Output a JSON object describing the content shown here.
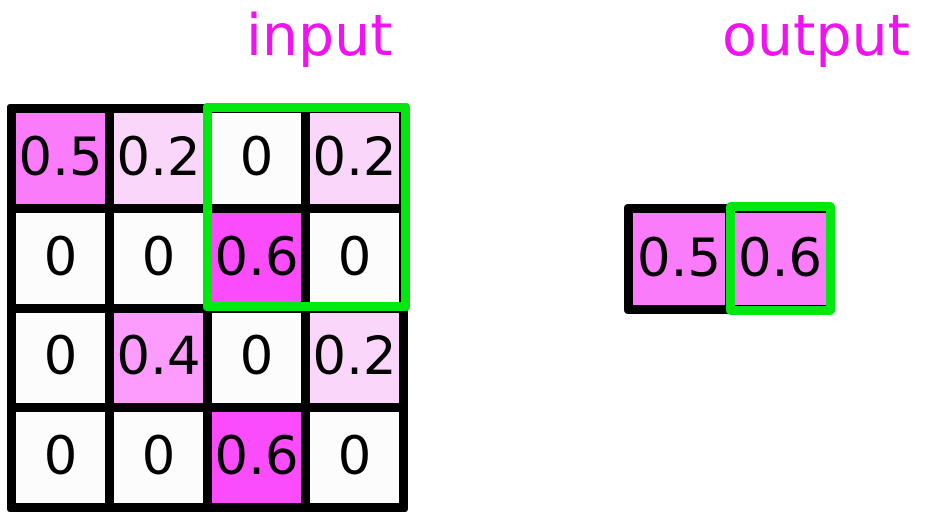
{
  "figure": {
    "input_title": "input",
    "output_title": "output",
    "title_color": "#f012f0",
    "highlight_color": "#00e810",
    "gridline_color": "#000000"
  },
  "chart_data": {
    "type": "heatmap",
    "title": "",
    "xlabel": "",
    "ylabel": "",
    "legend": [],
    "grid": true,
    "colorscale": {
      "0": "#fcfcfc",
      "0.2": "#fad6fa",
      "0.4": "#fc9cfc",
      "0.5": "#fa7cfa",
      "0.6": "#fa4cfa"
    },
    "input": {
      "rows": 4,
      "cols": 4,
      "values": [
        [
          "0.5",
          "0.2",
          "0",
          "0.2"
        ],
        [
          "0",
          "0",
          "0.6",
          "0"
        ],
        [
          "0",
          "0.4",
          "0",
          "0.2"
        ],
        [
          "0",
          "0",
          "0.6",
          "0"
        ]
      ],
      "colors": [
        [
          "#fa7cfa",
          "#fad6fa",
          "#fcfcfc",
          "#fad6fa"
        ],
        [
          "#fcfcfc",
          "#fcfcfc",
          "#fa4cfa",
          "#fcfcfc"
        ],
        [
          "#fcfcfc",
          "#fc9cfc",
          "#fcfcfc",
          "#fad6fa"
        ],
        [
          "#fcfcfc",
          "#fcfcfc",
          "#fa4cfa",
          "#fcfcfc"
        ]
      ],
      "selection": {
        "row_start": 1,
        "row_end": 2,
        "col_start": 3,
        "col_end": 4
      }
    },
    "output": {
      "rows": 1,
      "cols": 2,
      "values": [
        [
          "0.5",
          "0.6"
        ]
      ],
      "colors": [
        [
          "#fa7cfa",
          "#fa7cfa"
        ]
      ],
      "selection": {
        "row_start": 1,
        "row_end": 1,
        "col_start": 2,
        "col_end": 2
      }
    }
  }
}
